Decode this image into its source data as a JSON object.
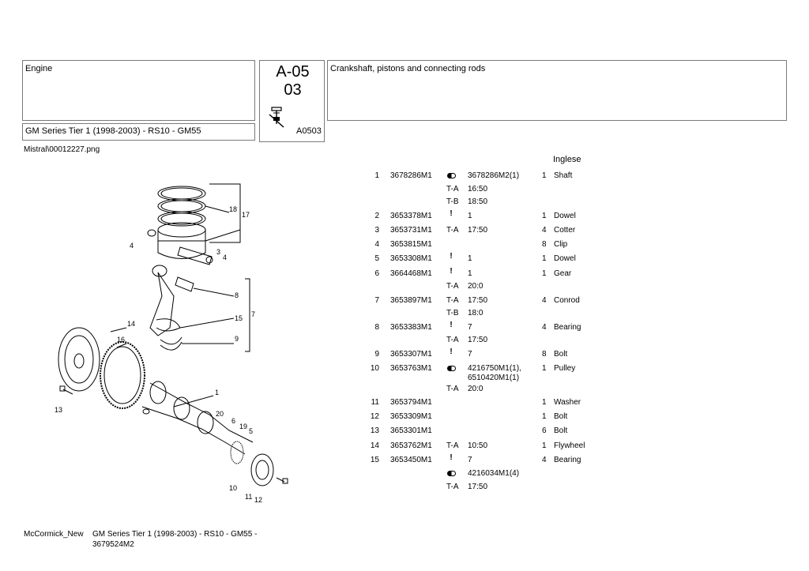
{
  "header": {
    "section": "Engine",
    "series": "GM Series Tier 1 (1998-2003) - RS10 - GM55",
    "code_main_line1": "A-05",
    "code_main_line2": "03",
    "code_small": "A0503",
    "title": "Crankshaft, pistons and connecting rods"
  },
  "filename": "Mistral\\00012227.png",
  "language": "Inglese",
  "icons": {
    "flag": "important-note-icon",
    "interchange": "interchange-icon",
    "book": "book-icon"
  },
  "parts": [
    {
      "pos": "1",
      "part": "3678286M1",
      "icon": "interchange",
      "ref": "3678286M2(1)",
      "qty": "1",
      "desc": "Shaft"
    },
    {
      "tag": "T-A",
      "ref": "16:50"
    },
    {
      "tag": "T-B",
      "ref": "18:50"
    },
    {
      "pos": "2",
      "part": "3653378M1",
      "icon": "bang",
      "ref": "1",
      "qty": "1",
      "desc": "Dowel"
    },
    {
      "pos": "3",
      "part": "3653731M1",
      "tag": "T-A",
      "ref": "17:50",
      "qty": "4",
      "desc": "Cotter"
    },
    {
      "pos": "4",
      "part": "3653815M1",
      "qty": "8",
      "desc": "Clip"
    },
    {
      "pos": "5",
      "part": "3653308M1",
      "icon": "bang",
      "ref": "1",
      "qty": "1",
      "desc": "Dowel"
    },
    {
      "pos": "6",
      "part": "3664468M1",
      "icon": "bang",
      "ref": "1",
      "qty": "1",
      "desc": "Gear"
    },
    {
      "tag": "T-A",
      "ref": "20:0"
    },
    {
      "pos": "7",
      "part": "3653897M1",
      "tag": "T-A",
      "ref": "17:50",
      "qty": "4",
      "desc": "Conrod"
    },
    {
      "tag": "T-B",
      "ref": "18:0"
    },
    {
      "pos": "8",
      "part": "3653383M1",
      "icon": "bang",
      "ref": "7",
      "qty": "4",
      "desc": "Bearing"
    },
    {
      "tag": "T-A",
      "ref": "17:50"
    },
    {
      "pos": "9",
      "part": "3653307M1",
      "icon": "bang",
      "ref": "7",
      "qty": "8",
      "desc": "Bolt"
    },
    {
      "pos": "10",
      "part": "3653763M1",
      "icon": "interchange",
      "ref": "4216750M1(1), 6510420M1(1)",
      "qty": "1",
      "desc": "Pulley"
    },
    {
      "tag": "T-A",
      "ref": "20:0"
    },
    {
      "pos": "11",
      "part": "3653794M1",
      "qty": "1",
      "desc": "Washer"
    },
    {
      "pos": "12",
      "part": "3653309M1",
      "qty": "1",
      "desc": "Bolt"
    },
    {
      "pos": "13",
      "part": "3653301M1",
      "qty": "6",
      "desc": "Bolt"
    },
    {
      "pos": "14",
      "part": "3653762M1",
      "tag": "T-A",
      "ref": "10:50",
      "qty": "1",
      "desc": "Flywheel"
    },
    {
      "pos": "15",
      "part": "3653450M1",
      "icon": "bang",
      "ref": "7",
      "qty": "4",
      "desc": "Bearing"
    },
    {
      "icon": "interchange",
      "ref": "4216034M1(4)"
    },
    {
      "tag": "T-A",
      "ref": "17:50"
    }
  ],
  "diagram_labels": [
    "18",
    "17",
    "4",
    "3",
    "4",
    "8",
    "15",
    "7",
    "14",
    "16",
    "9",
    "1",
    "13",
    "20",
    "6",
    "19",
    "5",
    "10",
    "11",
    "12"
  ],
  "footer": {
    "left": "McCormick_New",
    "right": "GM Series Tier 1 (1998-2003) - RS10 - GM55 - 3679524M2"
  }
}
